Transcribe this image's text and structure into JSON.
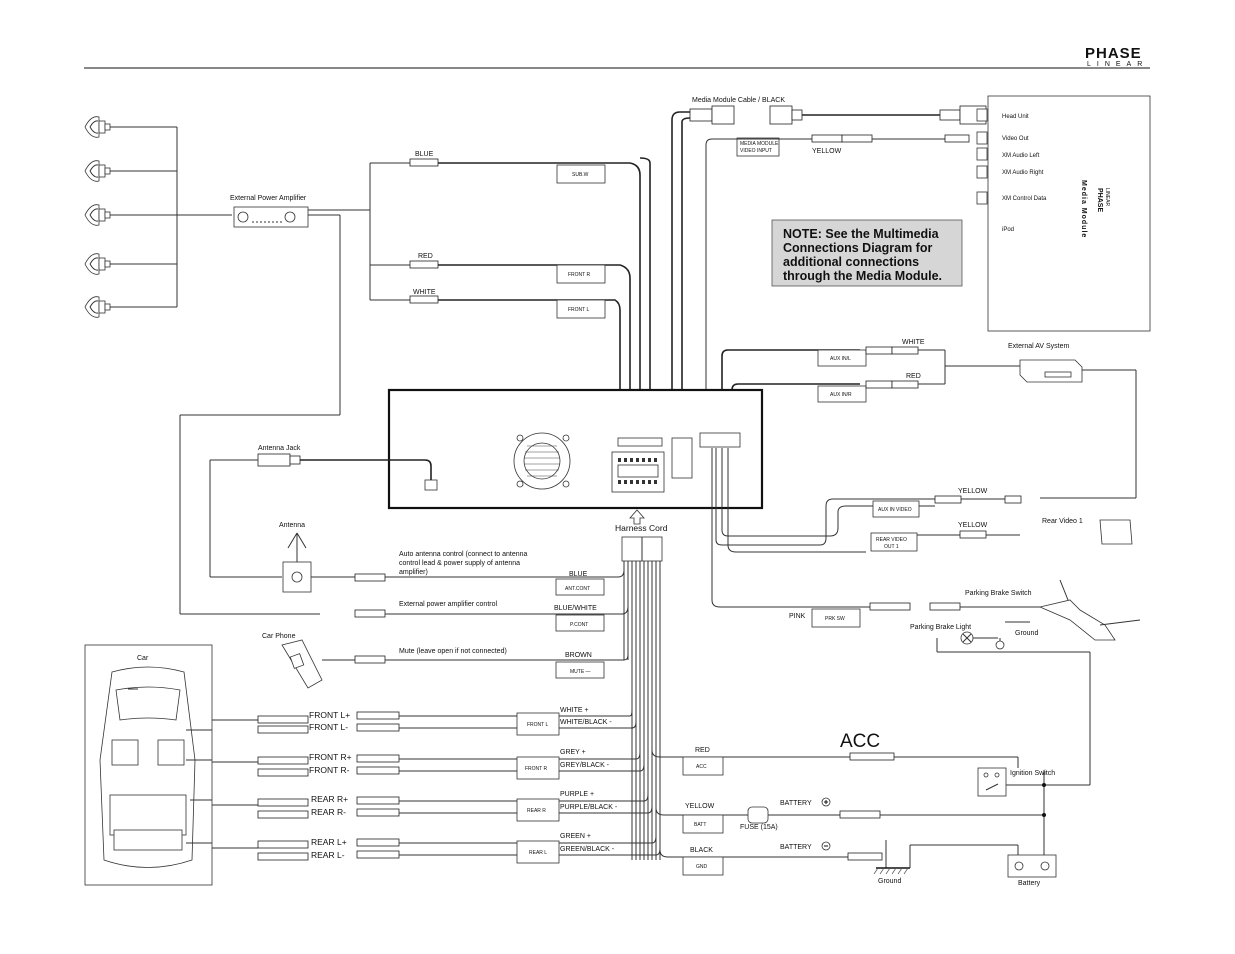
{
  "brand": {
    "top": "PHASE",
    "bottom": "LINEAR"
  },
  "note": {
    "lines": [
      "NOTE: See the Multimedia",
      "Connections Diagram for",
      "additional connections",
      "through the Media Module."
    ]
  },
  "media_module": {
    "title": "Media Module",
    "ports": [
      "Head Unit",
      "Video Out",
      "XM Audio Left",
      "XM Audio Right",
      "XM Control Data",
      "iPod"
    ]
  },
  "labels": {
    "media_cable": "Media Module Cable / BLACK",
    "media_video_input": [
      "MEDIA MODULE",
      "VIDEO INPUT"
    ],
    "yellow": "YELLOW",
    "blue": "BLUE",
    "subw": "SUB.W",
    "red": "RED",
    "front_r": "FRONT R",
    "white": "WHITE",
    "front_l": "FRONT L",
    "ext_amp": "External Power Amplifier",
    "aux_inl": "AUX IN/L",
    "aux_inr": "AUX IN/R",
    "ext_av": "External AV System",
    "antenna_jack": "Antenna Jack",
    "antenna": "Antenna",
    "harness": "Harness Cord",
    "aux_in_video": "AUX IN VIDEO",
    "rear_video_out": [
      "REAR VIDEO",
      "OUT 1"
    ],
    "rear_video_1": "Rear Video 1",
    "auto_ant": [
      "Auto antenna control (connect to antenna",
      "control lead & power supply of antenna",
      "amplifier)"
    ],
    "ant_cont": "ANT.CONT",
    "ext_pa_ctrl": "External power amplifier control",
    "blue_white": "BLUE/WHITE",
    "p_cont": "P.CONT",
    "car_phone": "Car Phone",
    "mute_desc": "Mute (leave open if not connected)",
    "brown": "BROWN",
    "mute": "MUTE —",
    "pink": "PINK",
    "prk_sw": "PRK SW",
    "parking_brake_switch": "Parking Brake Switch",
    "parking_brake_light": "Parking Brake Light",
    "ground": "Ground",
    "car": "Car",
    "front_lp": "FRONT L+",
    "front_lm": "FRONT L-",
    "front_rp": "FRONT R+",
    "front_rm": "FRONT R-",
    "rear_rp": "REAR R+",
    "rear_rm": "REAR R-",
    "rear_lp": "REAR L+",
    "rear_lm": "REAR L-",
    "white_plus": "WHITE +",
    "white_black": "WHITE/BLACK -",
    "grey_plus": "GREY +",
    "grey_black": "GREY/BLACK -",
    "purple_plus": "PURPLE +",
    "purple_black": "PURPLE/BLACK -",
    "green_plus": "GREEN +",
    "green_black": "GREEN/BLACK -",
    "box_front_l": "FRONT L",
    "box_front_r": "FRONT R",
    "box_rear_r": "REAR R",
    "box_rear_l": "REAR L",
    "acc_big": "ACC",
    "acc": "ACC",
    "red_acc": "RED",
    "ignition": "Ignition Switch",
    "yellow_batt": "YELLOW",
    "batt": "BATT",
    "battery_plus": "BATTERY",
    "fuse": "FUSE (15A)",
    "black": "BLACK",
    "gnd": "GND",
    "battery_minus": "BATTERY",
    "ground2": "Ground",
    "battery": "Battery"
  }
}
